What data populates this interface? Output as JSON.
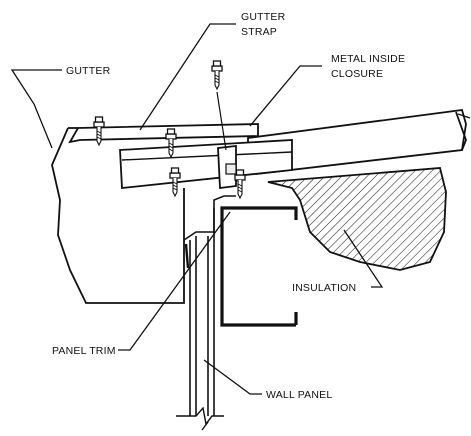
{
  "diagram": {
    "labels": {
      "gutter": "GUTTER",
      "gutter_strap_line1": "GUTTER",
      "gutter_strap_line2": "STRAP",
      "closure_line1": "METAL INSIDE",
      "closure_line2": "CLOSURE",
      "insulation": "INSULATION",
      "panel_trim": "PANEL TRIM",
      "wall_panel": "WALL PANEL"
    },
    "colors": {
      "stroke": "#111111",
      "fastener_fill": "#ffffff",
      "hatch": "#222222"
    },
    "icons": [
      "self-drilling-screw-icon",
      "break-line-icon"
    ]
  }
}
